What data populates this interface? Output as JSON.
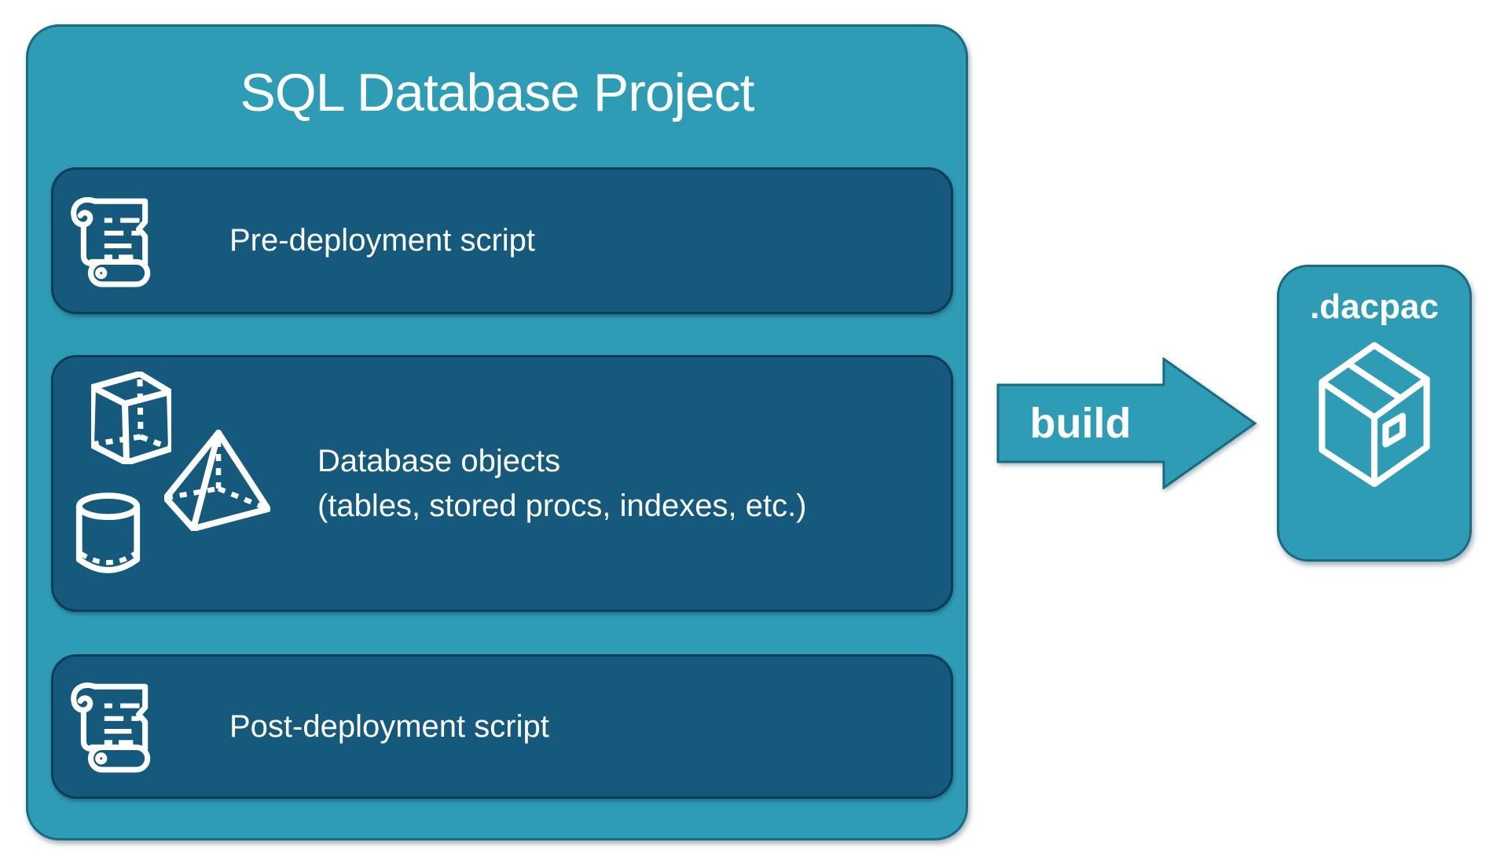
{
  "project": {
    "title": "SQL Database Project",
    "boxes": {
      "pre": {
        "label": "Pre-deployment script",
        "icon": "scroll-icon"
      },
      "objects": {
        "line1": "Database objects",
        "line2": "(tables, stored procs, indexes, etc.)",
        "icons": [
          "cube-icon",
          "pyramid-icon",
          "cylinder-icon"
        ]
      },
      "post": {
        "label": "Post-deployment script",
        "icon": "scroll-icon"
      }
    }
  },
  "arrow": {
    "label": "build"
  },
  "artifact": {
    "label": ".dacpac",
    "icon": "package-icon"
  },
  "colors": {
    "teal_fill": "#2E9CB5",
    "teal_stroke": "#1B6B80",
    "panel_fill": "#155A7C",
    "panel_stroke": "#0D3C56",
    "text": "#FFFFFF",
    "background": "#FFFFFF"
  }
}
